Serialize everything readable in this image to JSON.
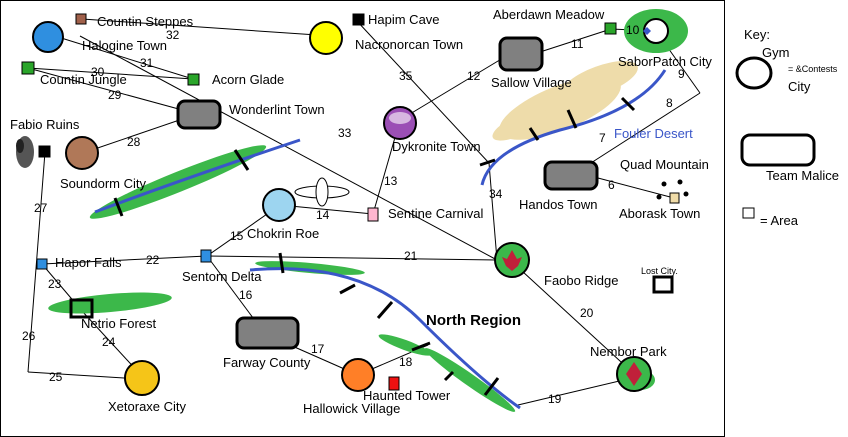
{
  "map": {
    "region_label": "North Region",
    "locations": {
      "countin_steppes": "Countin Steppes",
      "halogine_town": "Halogine Town",
      "countin_jungle": "Countin Jungle",
      "acorn_glade": "Acorn Glade",
      "hapim_cave": "Hapim Cave",
      "nacronorcan_town": "Nacronorcan Town",
      "aberdawn_meadow": "Aberdawn Meadow",
      "saborpatch_city": "SaborPatch City",
      "sallow_village": "Sallow Village",
      "wonderlint_town": "Wonderlint Town",
      "fabio_ruins": "Fabio Ruins",
      "soundorm_city": "Soundorm City",
      "dykronite_town": "Dykronite Town",
      "fouler_desert": "Fouler Desert",
      "quad_mountain": "Quad Mountain",
      "handos_town": "Handos Town",
      "aborask_town": "Aborask Town",
      "sentine_carnival": "Sentine Carnival",
      "chokrin_roe": "Chokrin Roe",
      "hapor_falls": "Hapor Falls",
      "sentorn_delta": "Sentorn Delta",
      "faobo_ridge": "Faobo Ridge",
      "lost_city": "Lost City.",
      "netrio_forest": "Netrio Forest",
      "farway_county": "Farway County",
      "hallowick_village": "Hallowick Village",
      "haunted_tower": "Haunted Tower",
      "nembor_park": "Nembor Park",
      "xetoraxe_city": "Xetoraxe City"
    },
    "routes": [
      "32",
      "31",
      "30",
      "29",
      "35",
      "12",
      "11",
      "10",
      "9",
      "8",
      "33",
      "28",
      "7",
      "6",
      "34",
      "13",
      "14",
      "15",
      "27",
      "22",
      "21",
      "23",
      "16",
      "20",
      "26",
      "24",
      "17",
      "18",
      "25",
      "19"
    ]
  },
  "legend": {
    "title": "Key:",
    "gym_label": "Gym",
    "contests_label": "= &Contests",
    "city_label": "City",
    "team_label": "Team Malice",
    "area_label": "= Area"
  },
  "colors": {
    "road": "#000000",
    "river": "#3a56c8",
    "grass": "#3cb84a",
    "sand": "#eedcaa",
    "team_base": "#808080",
    "area_green": "#2aa52a",
    "area_blue": "#2f8fe0",
    "area_black": "#000000",
    "area_brown": "#a0604a",
    "area_pink": "#ffb6d0",
    "area_red": "#ee1111",
    "area_tan": "#f0dca8"
  }
}
